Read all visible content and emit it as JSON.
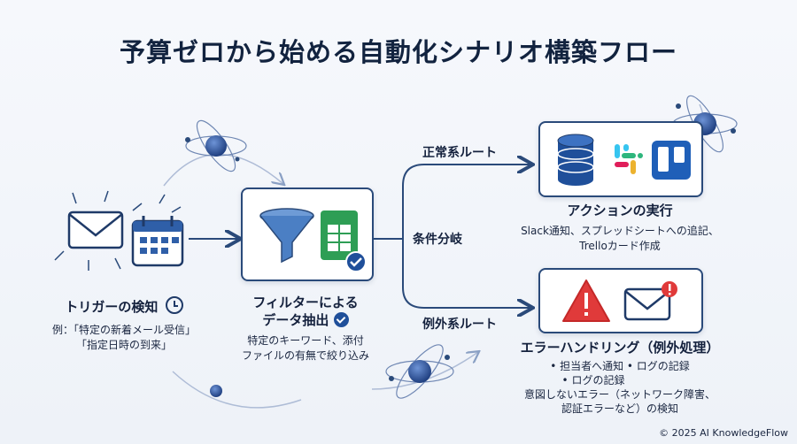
{
  "title": "予算ゼロから始める自動化シナリオ構築フロー",
  "trigger": {
    "title": "トリガーの検知",
    "examples": [
      "例：「特定の新着メール受信」",
      "「指定日時の到来」"
    ],
    "icons": [
      "mail-icon",
      "calendar-icon",
      "clock-icon"
    ]
  },
  "filter": {
    "title_line1": "フィルターによる",
    "title_line2": "データ抽出",
    "desc_line1": "特定のキーワード、添付",
    "desc_line2": "ファイルの有無で絞り込み",
    "icons": [
      "funnel-icon",
      "spreadsheet-icon",
      "check-badge-icon"
    ]
  },
  "branch": {
    "label": "条件分岐",
    "normal_route": "正常系ルート",
    "exception_route": "例外系ルート"
  },
  "action": {
    "title": "アクションの実行",
    "desc_line1": "Slack通知、スプレッドシートへの追記、",
    "desc_line2": "Trelloカード作成",
    "icons": [
      "database-icon",
      "slack-icon",
      "trello-icon"
    ]
  },
  "error": {
    "title": "エラーハンドリング（例外処理）",
    "bullets": [
      "• 担当者へ通知 • ログの記録",
      "• ログの記録"
    ],
    "desc_line1": "意図しないエラー（ネットワーク障害、",
    "desc_line2": "認証エラーなど）の検知",
    "icons": [
      "warning-icon",
      "mail-alert-icon"
    ]
  },
  "copyright": "© 2025 AI KnowledgeFlow",
  "colors": {
    "navy": "#2a4a7a",
    "blue": "#2f5fa8",
    "funnel": "#4b7fc4",
    "sheet_green": "#2e9e55",
    "alert_red": "#e03a3a",
    "trello_blue": "#1f5fb8"
  }
}
